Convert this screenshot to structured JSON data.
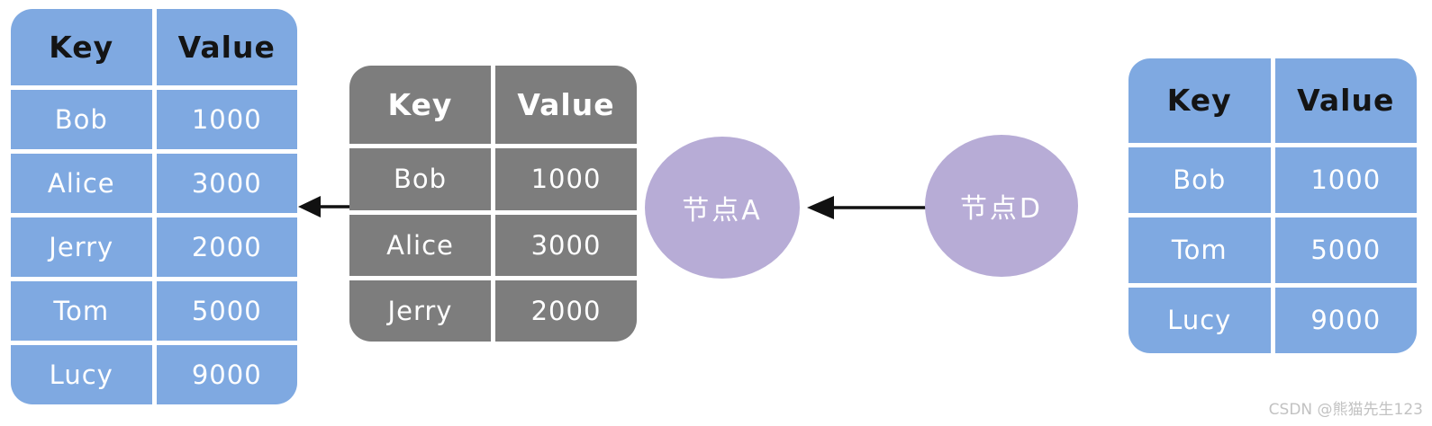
{
  "tables": [
    {
      "id": "left_table",
      "theme": "blue",
      "headers": [
        "Key",
        "Value"
      ],
      "rows": [
        [
          "Bob",
          "1000"
        ],
        [
          "Alice",
          "3000"
        ],
        [
          "Jerry",
          "2000"
        ],
        [
          "Tom",
          "5000"
        ],
        [
          "Lucy",
          "9000"
        ]
      ]
    },
    {
      "id": "middle_table",
      "theme": "gray",
      "headers": [
        "Key",
        "Value"
      ],
      "rows": [
        [
          "Bob",
          "1000"
        ],
        [
          "Alice",
          "3000"
        ],
        [
          "Jerry",
          "2000"
        ]
      ]
    },
    {
      "id": "right_table",
      "theme": "blue",
      "headers": [
        "Key",
        "Value"
      ],
      "rows": [
        [
          "Bob",
          "1000"
        ],
        [
          "Tom",
          "5000"
        ],
        [
          "Lucy",
          "9000"
        ]
      ]
    }
  ],
  "nodes": [
    {
      "id": "node_a",
      "label": "节点A"
    },
    {
      "id": "node_d",
      "label": "节点D"
    }
  ],
  "watermark": {
    "text": "CSDN @熊猫先生123"
  },
  "colors": {
    "table_blue": "#7FA9E1",
    "table_gray": "#7D7D7D",
    "node_purple": "#B7ACD6",
    "arrow_black": "#111111",
    "watermark_gray": "#C2C2C2"
  }
}
